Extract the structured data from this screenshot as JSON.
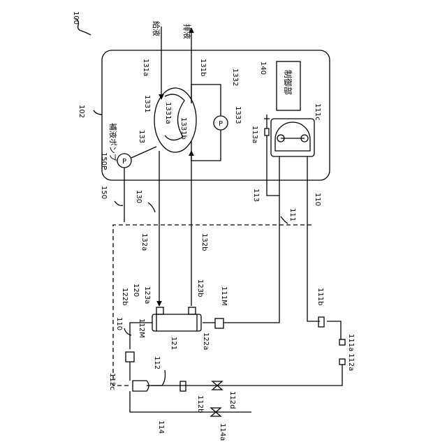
{
  "figure_number": "100",
  "labels": {
    "supply_liquid": "給液",
    "drain_liquid": "排液",
    "refill_pump": "補液ポンプ",
    "control_unit": "制御部",
    "pump_p": "P",
    "ref_102": "102",
    "ref_110_top": "110",
    "ref_110_left": "110",
    "ref_111": "111",
    "ref_111a": "111a",
    "ref_111b": "111b",
    "ref_111c": "111c",
    "ref_111M": "111M",
    "ref_112": "112",
    "ref_112a": "112a",
    "ref_112b": "112b",
    "ref_112c": "112c",
    "ref_112d": "112d",
    "ref_112M": "112M",
    "ref_113": "113",
    "ref_113a": "113a",
    "ref_114": "114",
    "ref_114a": "114a",
    "ref_120": "120",
    "ref_121": "121",
    "ref_122a": "122a",
    "ref_122b": "122b",
    "ref_123a": "123a",
    "ref_123b": "123b",
    "ref_130": "130",
    "ref_131a": "131a",
    "ref_131b": "131b",
    "ref_132a": "132a",
    "ref_132b": "132b",
    "ref_133": "133",
    "ref_1331": "1331",
    "ref_1331a": "1331a",
    "ref_1331b": "1331b",
    "ref_1332": "1332",
    "ref_1333": "1333",
    "ref_140": "140",
    "ref_150": "150",
    "ref_150P": "150P"
  }
}
